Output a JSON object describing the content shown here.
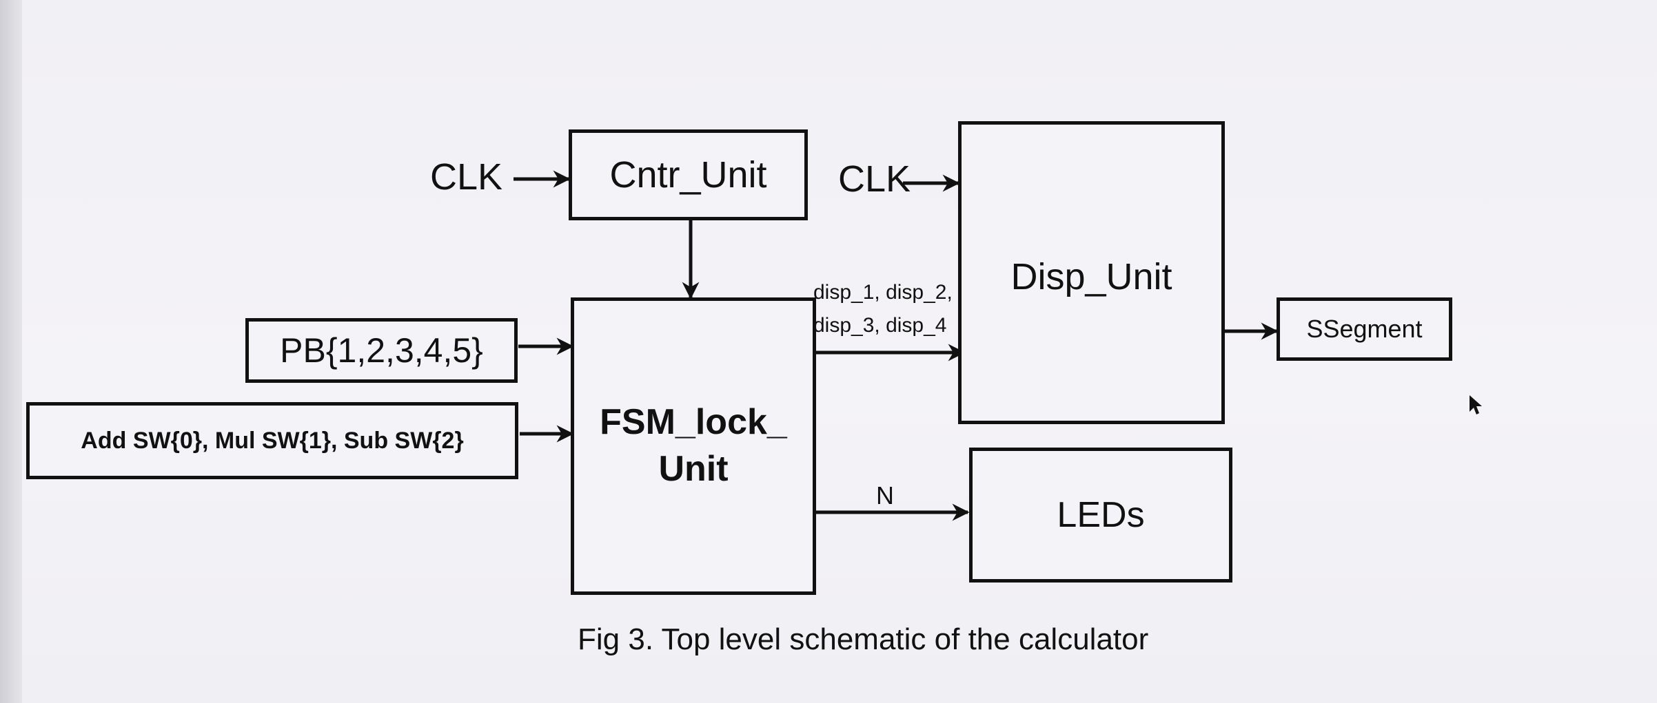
{
  "diagram": {
    "blocks": {
      "cntr_unit": "Cntr_Unit",
      "fsm_unit_line1": "FSM_lock_",
      "fsm_unit_line2": "Unit",
      "disp_unit": "Disp_Unit",
      "leds": "LEDs",
      "ssegment": "SSegment",
      "pb_input": "PB{1,2,3,4,5}",
      "sw_input": "Add SW{0}, Mul SW{1}, Sub SW{2}"
    },
    "signals": {
      "clk_left": "CLK",
      "clk_right": "CLK",
      "disp_bus_line1": "disp_1, disp_2,",
      "disp_bus_line2": "disp_3, disp_4",
      "n_bus": "N"
    },
    "caption": "Fig 3. Top level schematic of the calculator"
  }
}
